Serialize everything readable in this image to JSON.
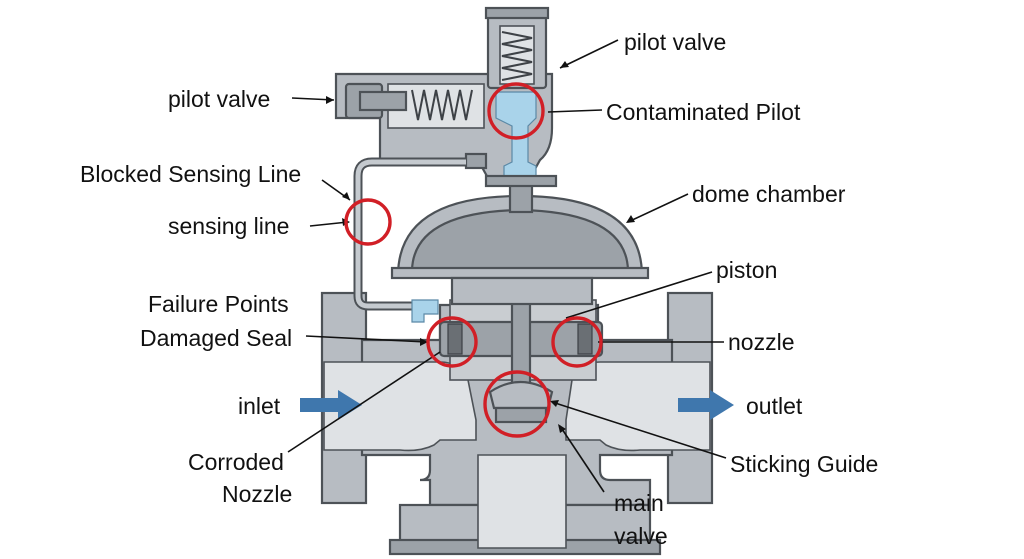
{
  "labels": {
    "pilot_valve_top": "pilot valve",
    "pilot_valve_left": "pilot valve",
    "contaminated_pilot": "Contaminated Pilot",
    "blocked_sensing_line": "Blocked Sensing Line",
    "sensing_line": "sensing line",
    "dome_chamber": "dome chamber",
    "piston": "piston",
    "failure_points": "Failure Points",
    "damaged_seal": "Damaged Seal",
    "nozzle": "nozzle",
    "inlet": "inlet",
    "outlet": "outlet",
    "corroded": "Corroded",
    "nozzle_2": "Nozzle",
    "sticking_guide": "Sticking Guide",
    "main": "main",
    "valve": "valve"
  },
  "colors": {
    "highlight_ring": "#d11f26",
    "flow_arrow": "#3f77ad",
    "fluid": "#a9d3ea",
    "metal": "#b7bcc2"
  }
}
